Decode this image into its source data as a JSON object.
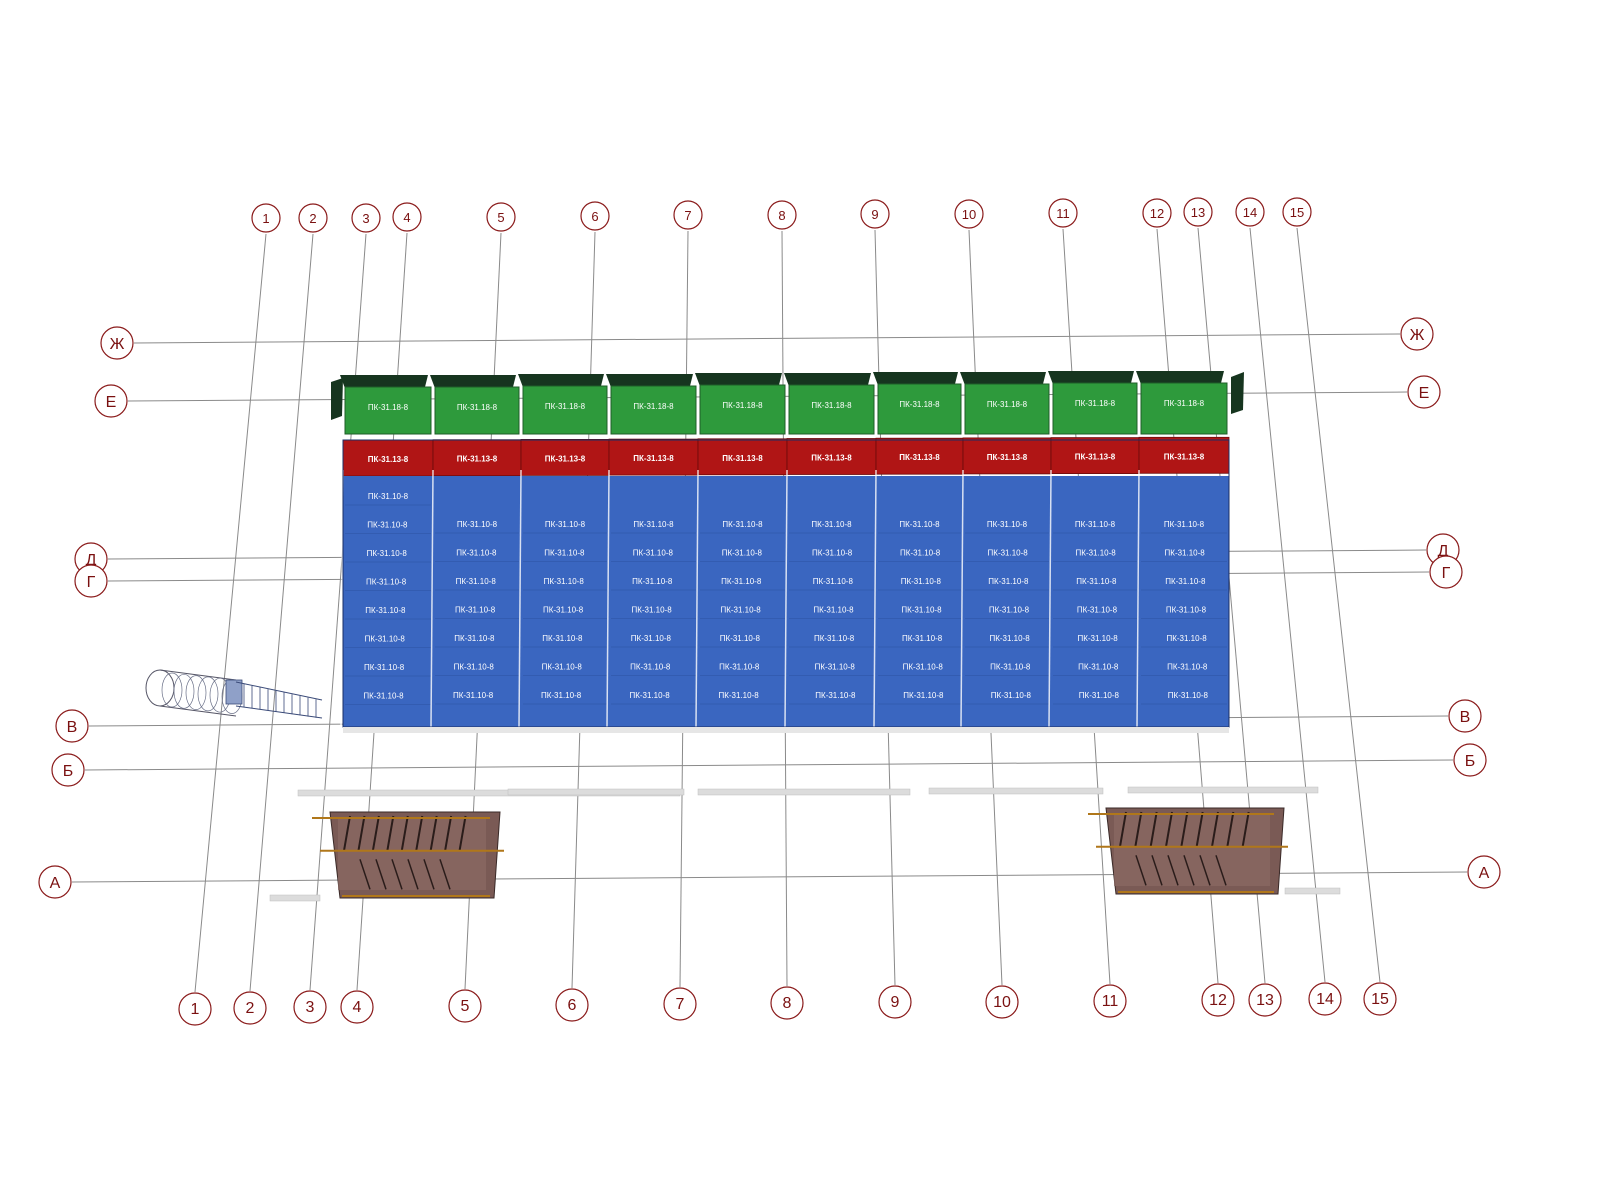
{
  "drawing": {
    "columns": [
      "1",
      "2",
      "3",
      "4",
      "5",
      "6",
      "7",
      "8",
      "9",
      "10",
      "11",
      "12",
      "13",
      "14",
      "15"
    ],
    "rows": [
      "Ж",
      "Е",
      "Д",
      "Г",
      "В",
      "Б",
      "А"
    ]
  },
  "panels": {
    "green_label": "ПК-31.18-8",
    "red_label": "ПК-31.13-8",
    "blue_label": "ПК-31.10-8",
    "bays": 10,
    "blue_rows": 9
  },
  "colors": {
    "green": "#2e9a3c",
    "green_dark": "#16351f",
    "red": "#b01515",
    "blue": "#3a66c0",
    "bubble_stroke": "#8a1a1a",
    "bubble_text": "#7a1010"
  },
  "objects": {
    "stair_left": "stair-icon",
    "stair_right": "stair-icon",
    "ramp": "cylinder-ramp-icon"
  }
}
